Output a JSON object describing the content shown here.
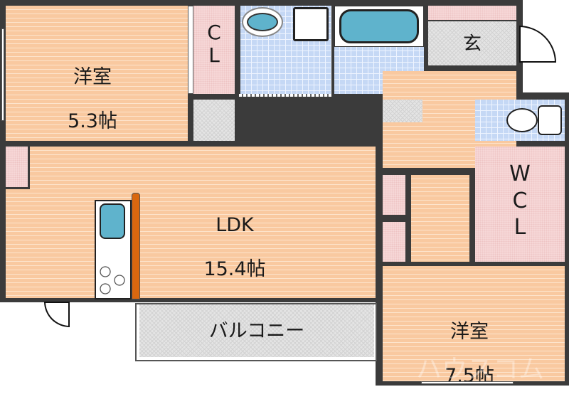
{
  "rooms": {
    "western_room_1": {
      "name": "洋室",
      "size": "5.3帖"
    },
    "closet": {
      "label": "C\nL"
    },
    "ldk": {
      "name": "LDK",
      "size": "15.4帖"
    },
    "entrance": {
      "label": "玄"
    },
    "walk_in_closet": {
      "label": "W\nC\nL"
    },
    "western_room_2": {
      "name": "洋室",
      "size": "7.5帖"
    },
    "balcony": {
      "label": "バルコニー"
    }
  },
  "fixtures": [
    "washbasin-icon",
    "washing-machine-icon",
    "bathtub-icon",
    "toilet-icon",
    "kitchen-sink-icon",
    "stove-icon"
  ],
  "watermark": {
    "text": "ハウスコム"
  },
  "colors": {
    "floor": "#f9c9a0",
    "tile": "#c5d8f5",
    "storage": "#f6d7d7",
    "fixture_blue": "#5fb3cc",
    "counter": "#d9670f",
    "wall": "#3b3b3b",
    "hatch": "#e4e4e4"
  }
}
